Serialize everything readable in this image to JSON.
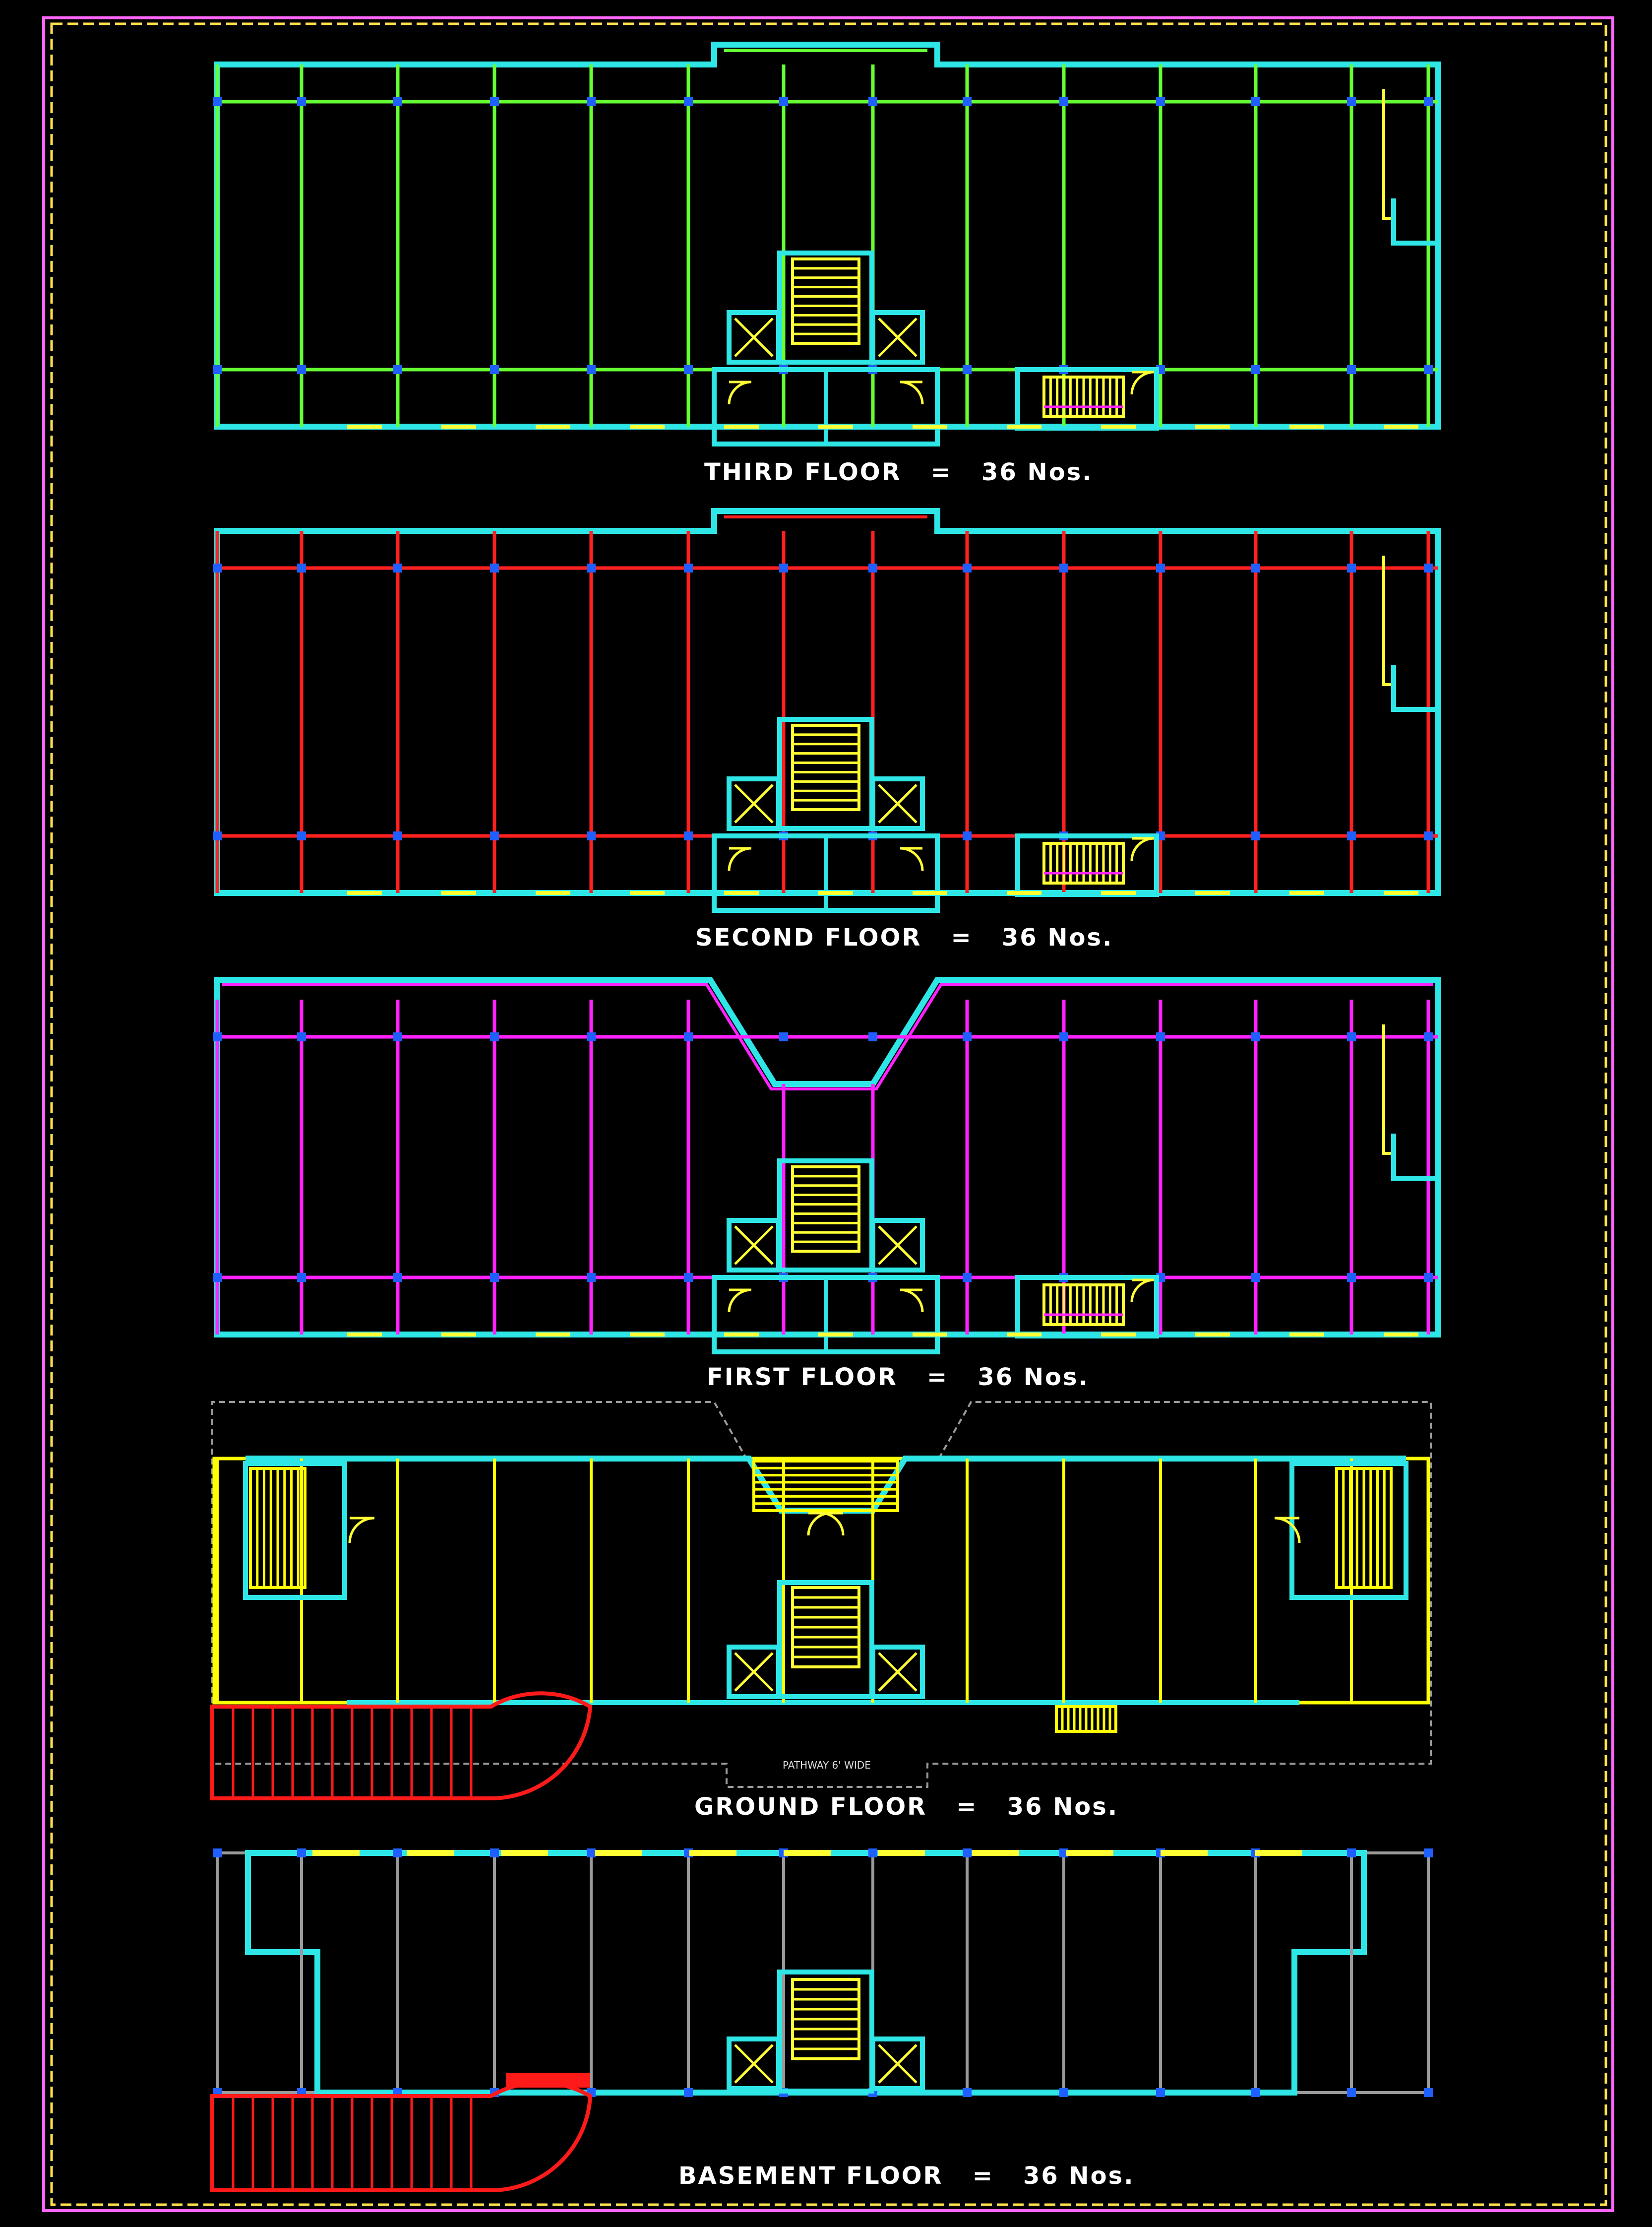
{
  "floors": [
    {
      "id": "third",
      "label": "THIRD FLOOR   =   36 Nos.",
      "color": "#66ff33"
    },
    {
      "id": "second",
      "label": "SECOND FLOOR   =   36 Nos.",
      "color": "#ff2020"
    },
    {
      "id": "first",
      "label": "FIRST FLOOR   =   36 Nos.",
      "color": "#ff22ff"
    },
    {
      "id": "ground",
      "label": "GROUND FLOOR   =   36 Nos.",
      "color": "#ffff00"
    },
    {
      "id": "basement",
      "label": "BASEMENT FLOOR   =   36 Nos.",
      "color": "#9a9a9a"
    }
  ],
  "annotations": {
    "pathway": "PATHWAY 6' WIDE"
  },
  "colors": {
    "background": "#000000",
    "outer_border": "#ff66ff",
    "inner_border": "#ffe14d",
    "wall": "#2ee6e6",
    "column": "#1f5fff",
    "stair": "#ffff33",
    "ramp": "#ff1a1a",
    "door": "#ffff33",
    "dashed": "#9a9a9a"
  }
}
